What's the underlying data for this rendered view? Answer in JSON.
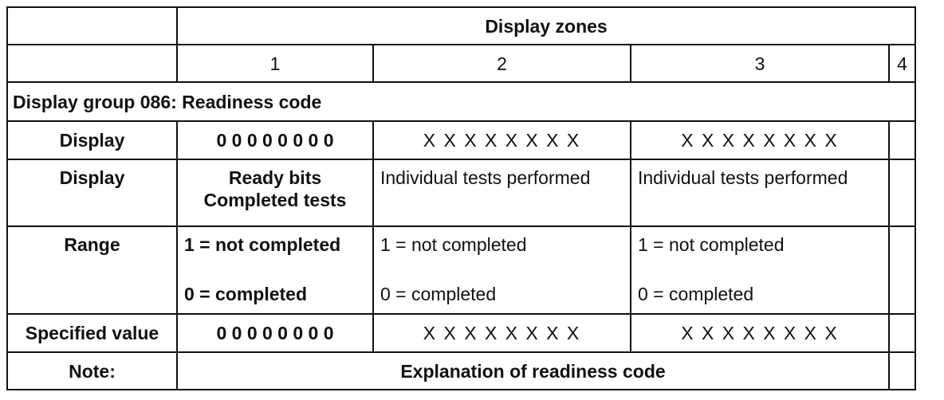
{
  "header": {
    "zones_title": "Display zones",
    "zone_numbers": [
      "1",
      "2",
      "3",
      "4"
    ]
  },
  "group_title": "Display group 086: Readiness code",
  "rows": {
    "display_values": {
      "label": "Display",
      "zone1": "0 0 0 0 0 0 0 0",
      "zone2": "X X X X X X X X",
      "zone3": "X X X X X X X X"
    },
    "display_meaning": {
      "label": "Display",
      "zone1_line1": "Ready bits",
      "zone1_line2": "Completed tests",
      "zone2": "Individual tests performed",
      "zone3": "Individual tests performed"
    },
    "range": {
      "label": "Range",
      "zone1_line1": "1 = not completed",
      "zone1_line2": "0 = completed",
      "zone2_line1": "1 = not completed",
      "zone2_line2": "0 = completed",
      "zone3_line1": "1 = not completed",
      "zone3_line2": "0 = completed"
    },
    "specified_value": {
      "label": "Specified value",
      "zone1": "0 0 0 0 0 0 0 0",
      "zone2": "X X X X X X X X",
      "zone3": "X X X X X X X X"
    },
    "note": {
      "label": "Note:",
      "text": "Explanation of readiness code"
    }
  }
}
